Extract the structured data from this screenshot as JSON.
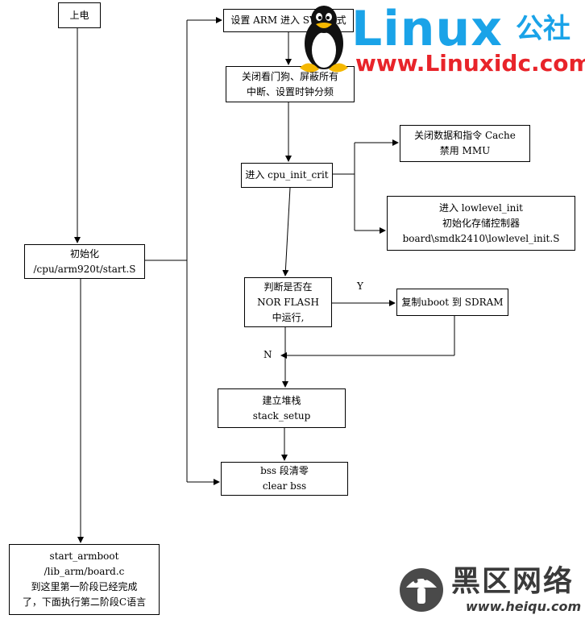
{
  "nodes": {
    "power_on": [
      "上电"
    ],
    "init": [
      "初始化",
      "/cpu/arm920t/start.S"
    ],
    "set_svc": [
      "设置 ARM 进入 SVC 模式"
    ],
    "watchdog": [
      "关闭看门狗、屏蔽所有",
      "中断、设置时钟分频"
    ],
    "cpu_init_crit": [
      "进入 cpu_init_crit"
    ],
    "cache_mmu": [
      "关闭数据和指令 Cache",
      "禁用 MMU"
    ],
    "lowlevel_init": [
      "进入 lowlevel_init",
      "初始化存储控制器",
      "board\\smdk2410\\lowlevel_init.S"
    ],
    "nor_flash": [
      "判断是否在",
      "NOR FLASH",
      "中运行,"
    ],
    "copy_uboot": [
      "复制uboot 到 SDRAM"
    ],
    "stack": [
      "建立堆栈",
      "stack_setup"
    ],
    "bss": [
      "bss 段清零",
      "clear bss"
    ],
    "start_armboot": [
      "start_armboot",
      "/lib_arm/board.c",
      "到这里第一阶段已经完成",
      "了，下面执行第二阶段C语言"
    ]
  },
  "labels": {
    "yes": "Y",
    "no": "N"
  },
  "watermarks": {
    "linux_word": "Linux",
    "linux_suffix": "公社",
    "linux_url": "www.Linuxidc.com",
    "heiqu_word": "黑区网络",
    "heiqu_url": "www.heiqu.com"
  },
  "colors": {
    "linux_blue": "#1aa3e8",
    "linux_red": "#e8242a",
    "heiqu_dark": "#3a3a3a"
  },
  "icons": {
    "linux_logo": "tux-penguin-icon",
    "heiqu_logo": "mushroom-logo-icon"
  }
}
